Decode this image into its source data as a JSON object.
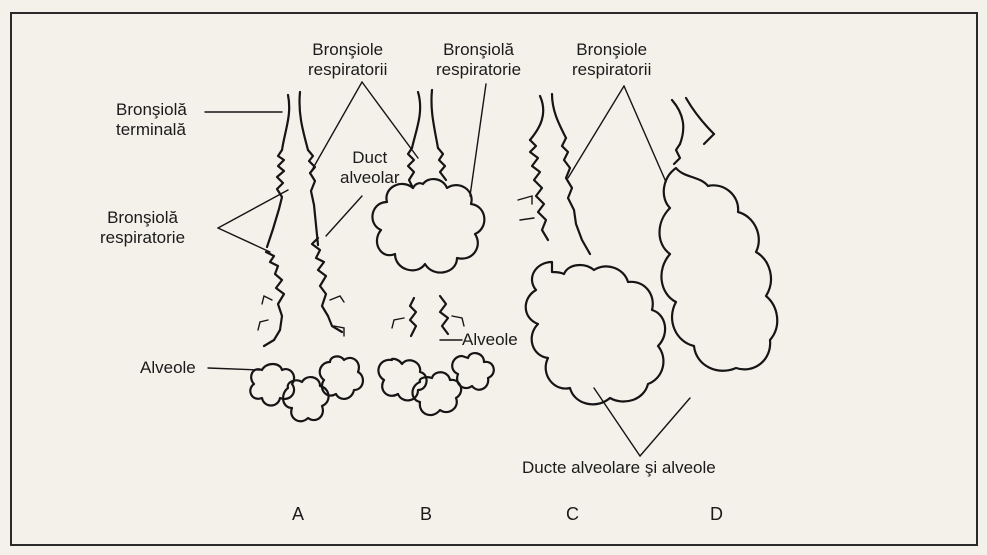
{
  "labels": {
    "terminal_bronchiole": [
      "Bronşiolă",
      "terminală"
    ],
    "respiratory_bronchioles_top": [
      "Bronşiole",
      "respiratorii"
    ],
    "respiratory_bronchiole_b": [
      "Bronşiolă",
      "respiratorie"
    ],
    "respiratory_bronchioles_right": [
      "Bronşiole",
      "respiratorii"
    ],
    "alveolar_duct": [
      "Duct",
      "alveolar"
    ],
    "respiratory_bronchiole_left": [
      "Bronşiolă",
      "respiratorie"
    ],
    "alveoli_left": "Alveole",
    "alveoli_b": "Alveole",
    "ducts_and_alveoli": "Ducte alveolare şi alveole"
  },
  "panels": [
    "A",
    "B",
    "C",
    "D"
  ],
  "colors": {
    "ink": "#151515",
    "paper": "#f4f1eb"
  }
}
